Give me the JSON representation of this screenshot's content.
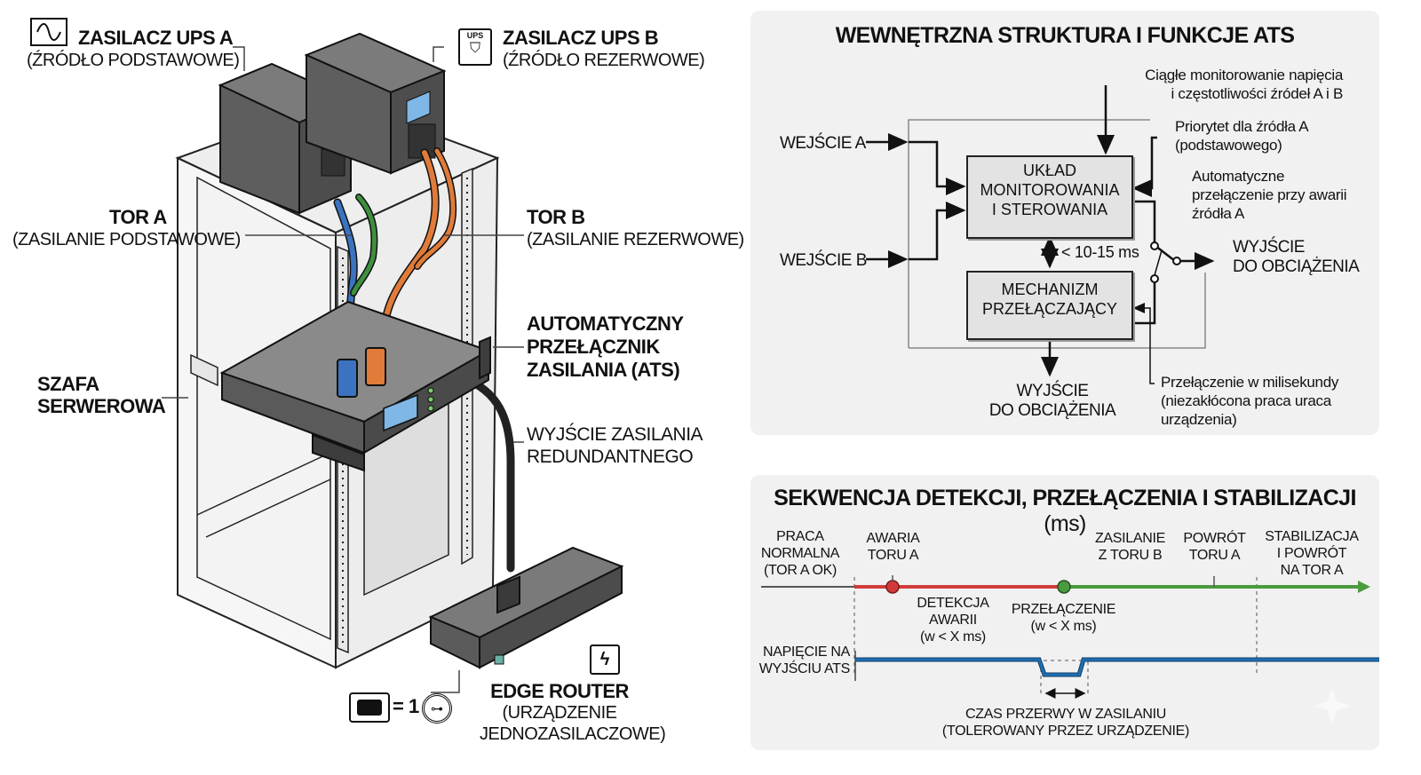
{
  "left": {
    "ups_a": {
      "title": "ZASILACZ UPS A",
      "subtitle": "(ŹRÓDŁO PODSTAWOWE)",
      "icon": "sine-wave-icon"
    },
    "ups_b": {
      "title": "ZASILACZ UPS B",
      "subtitle": "(ŹRÓDŁO REZERWOWE)",
      "icon": "ups-shield-icon",
      "icon_text": "UPS"
    },
    "tor_a": {
      "title": "TOR A",
      "subtitle": "(ZASILANIE PODSTAWOWE)"
    },
    "tor_b": {
      "title": "TOR B",
      "subtitle": "(ZASILANIE REZERWOWE)"
    },
    "rack": {
      "line1": "SZAFA",
      "line2": "SERWEROWA"
    },
    "ats": {
      "line1": "AUTOMATYCZNY",
      "line2": "PRZEŁĄCZNIK",
      "line3": "ZASILANIA (ATS)"
    },
    "output": {
      "line1": "WYJŚCIE ZASILANIA",
      "line2": "REDUNDANTNEGO"
    },
    "router": {
      "title": "EDGE ROUTER",
      "line2": "(URZĄDZENIE",
      "line3": "JEDNOZASILACZOWE)",
      "icon": "router-icon"
    },
    "legend": {
      "text": "= 1",
      "icon": "power-plug-icon",
      "icon2": "power-inlet-icon"
    },
    "colors": {
      "tor_a": "#3b73c0",
      "tor_a2": "#3e8f3e",
      "tor_b": "#e07b39",
      "device": "#5a5a5a",
      "screen": "#7fb7e6"
    }
  },
  "structure": {
    "title": "WEWNĘTRZNA STRUKTURA I FUNKCJE ATS",
    "input_a": "WEJŚCIE A",
    "input_b": "WEJŚCIE B",
    "monitor_box": [
      "UKŁAD",
      "MONITOROWANIA",
      "I STEROWANIA"
    ],
    "switch_box": [
      "MECHANIZM",
      "PRZEŁĄCZAJĄCY"
    ],
    "timing": "< 10-15 ms",
    "output_right": [
      "WYJŚCIE",
      "DO OBCIĄŻENIA"
    ],
    "output_bottom": [
      "WYJŚCIE",
      "DO OBCIĄŻENIA"
    ],
    "note_monitoring": [
      "Ciągłe monitorowanie napięcia",
      "i częstotliwości źródeł A i B"
    ],
    "note_priority": [
      "Priorytet dla źródła A",
      "(podstawowego)"
    ],
    "note_auto": [
      "Automatyczne",
      "przełączenie przy awarii",
      "źródła A"
    ],
    "note_ms": [
      "Przełączenie w milisekundy",
      "(niezakłócona praca uraca",
      "urządzenia)"
    ]
  },
  "sequence": {
    "title": "SEKWENCJA DETEKCJI, PRZEŁĄCZENIA I STABILIZACJI",
    "title_unit": "(ms)",
    "phases": [
      {
        "id": "normal",
        "lines": [
          "PRACA",
          "NORMALNA",
          "(TOR A OK)"
        ]
      },
      {
        "id": "fail",
        "lines": [
          "AWARIA",
          "TORU A"
        ]
      },
      {
        "id": "supply_b",
        "lines": [
          "ZASILANIE",
          "Z TORU B"
        ]
      },
      {
        "id": "return",
        "lines": [
          "POWRÓT",
          "TORU A"
        ]
      },
      {
        "id": "stab",
        "lines": [
          "STABILIZACJA",
          "I POWRÓT",
          "NA TOR A"
        ]
      }
    ],
    "below": [
      {
        "id": "detect",
        "lines": [
          "DETEKCJA",
          "AWARII",
          "(w < X ms)"
        ]
      },
      {
        "id": "switch",
        "lines": [
          "PRZEŁĄCZENIE",
          "(w < X ms)"
        ]
      }
    ],
    "voltage_label": [
      "NAPIĘCIE NA",
      "WYJŚCIU ATS"
    ],
    "gap_label": [
      "CZAS PRZERWY W ZASILANIU",
      "(TOLEROWANY PRZEZ URZĄDZENIE)"
    ],
    "colors": {
      "fail": "#d23a3a",
      "ok": "#4a9a3e",
      "voltage": "#1f6fb0"
    }
  }
}
